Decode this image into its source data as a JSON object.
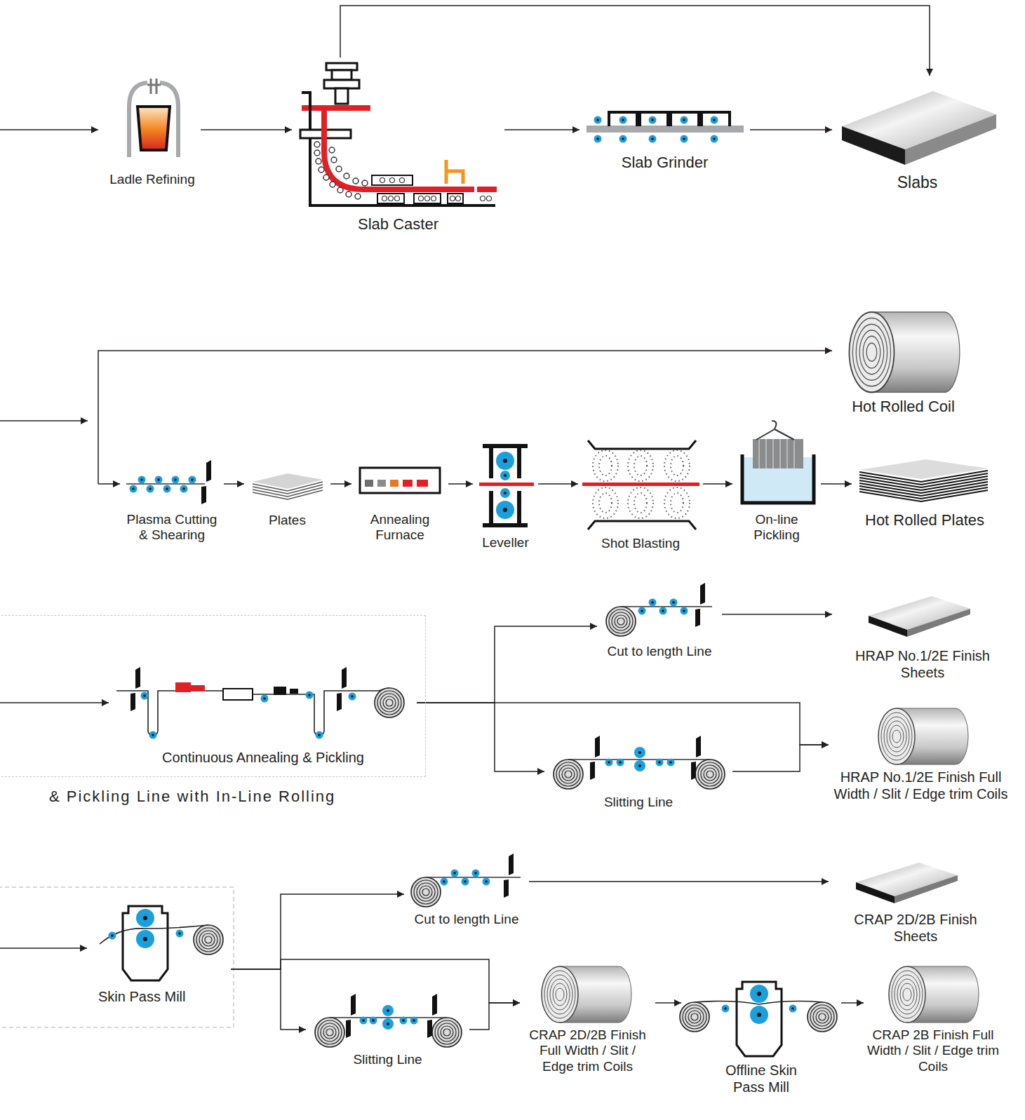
{
  "diagram": {
    "nodes": [
      {
        "text": [
          "Ladle Refining"
        ]
      },
      {
        "text": [
          "Slab Caster"
        ]
      },
      {
        "text": [
          "Slab Grinder"
        ]
      },
      {
        "text": [
          "Slabs"
        ]
      },
      {
        "text": [
          "Hot Rolled Coil"
        ]
      },
      {
        "text": [
          "Plasma Cutting & Shearing"
        ]
      },
      {
        "text": [
          "Plates"
        ]
      },
      {
        "text": [
          "Annealing Furnace"
        ]
      },
      {
        "text": [
          "Leveller"
        ]
      },
      {
        "text": [
          "Shot Blasting"
        ]
      },
      {
        "text": [
          "On-line Pickling"
        ]
      },
      {
        "text": [
          "Hot Rolled Plates"
        ]
      },
      {
        "text": [
          "& Pickling Line with In-Line Rolling"
        ]
      },
      {
        "text": [
          "Continuous Annealing & Pickling"
        ],
        "in": 12
      },
      {
        "text": [
          "Cut to length Line"
        ]
      },
      {
        "text": [
          "HRAP No.1/2E Finish Sheets"
        ]
      },
      {
        "text": [
          "Slitting Line"
        ]
      },
      {
        "text": [
          "HRAP No.1/2E Finish Full Width / Slit / Edge trim Coils"
        ]
      },
      {
        "text": [
          "Skin Pass Mill"
        ]
      },
      {
        "text": [
          "Cut to length Line"
        ]
      },
      {
        "text": [
          "CRAP 2D/2B Finish Sheets"
        ]
      },
      {
        "text": [
          "Slitting Line"
        ]
      },
      {
        "text": [
          "CRAP 2D/2B Finish Full Width / Slit / Edge trim Coils"
        ]
      },
      {
        "text": [
          "Offline Skin Pass Mill"
        ]
      },
      {
        "text": [
          "CRAP 2B Finish Full Width / Slit / Edge trim Coils"
        ]
      }
    ],
    "edges": [
      {
        "from": 0,
        "to": 1,
        "arrow": "to"
      },
      {
        "from": 1,
        "to": 2,
        "arrow": "to"
      },
      {
        "from": 2,
        "to": 3,
        "arrow": "to"
      },
      {
        "from": 1,
        "to": 3,
        "arrow": "to"
      },
      {
        "from": 5,
        "to": 6,
        "arrow": "to"
      },
      {
        "from": 6,
        "to": 7,
        "arrow": "to"
      },
      {
        "from": 7,
        "to": 8,
        "arrow": "to"
      },
      {
        "from": 8,
        "to": 9,
        "arrow": "to"
      },
      {
        "from": 9,
        "to": 10,
        "arrow": "to"
      },
      {
        "from": 10,
        "to": 11,
        "arrow": "to"
      },
      {
        "from": 13,
        "to": 14,
        "arrow": "to"
      },
      {
        "from": 14,
        "to": 15,
        "arrow": "to"
      },
      {
        "from": 13,
        "to": 17,
        "arrow": "to"
      },
      {
        "from": 13,
        "to": 16,
        "arrow": "to"
      },
      {
        "from": 16,
        "to": 17,
        "arrow": "to"
      },
      {
        "from": 18,
        "to": 19,
        "arrow": "to"
      },
      {
        "from": 19,
        "to": 20,
        "arrow": "to"
      },
      {
        "from": 18,
        "to": 22,
        "arrow": "to"
      },
      {
        "from": 18,
        "to": 21,
        "arrow": "to"
      },
      {
        "from": 21,
        "to": 22,
        "arrow": "to"
      },
      {
        "from": 22,
        "to": 23,
        "arrow": "to"
      },
      {
        "from": 23,
        "to": 24,
        "arrow": "to"
      }
    ]
  }
}
